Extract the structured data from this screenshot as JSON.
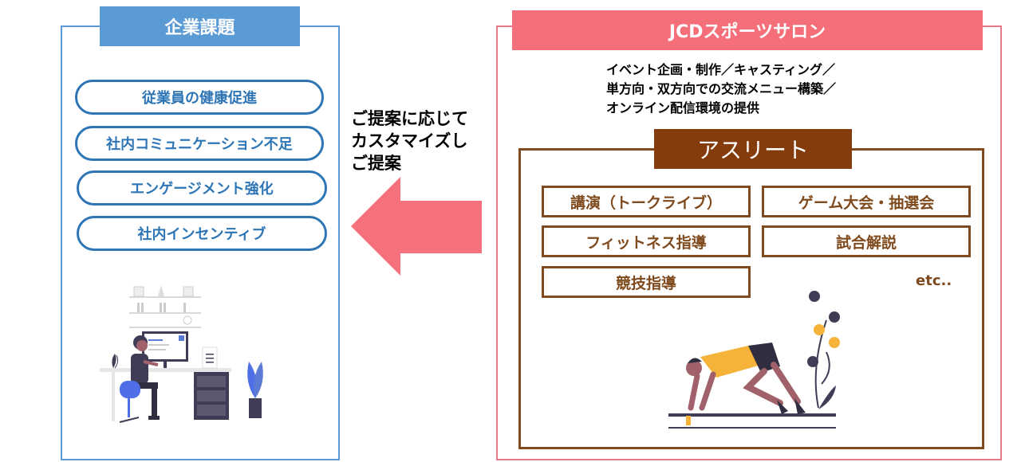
{
  "left": {
    "title": "企業課題",
    "issues": [
      "従業員の健康促進",
      "社内コミュニケーション不足",
      "エンゲージメント強化",
      "社内インセンティブ"
    ]
  },
  "middle": {
    "lines": [
      "ご提案に応じて",
      "カスタマイズし",
      "ご提案"
    ]
  },
  "right": {
    "title": "JCDスポーツサロン",
    "services": [
      "イベント企画・制作／キャスティング／",
      "単方向・双方向での交流メニュー構築／",
      "オンライン配信環境の提供"
    ],
    "athlete": {
      "title": "アスリート",
      "activities": [
        "講演（トークライブ）",
        "ゲーム大会・抽選会",
        "フィットネス指導",
        "試合解説",
        "競技指導"
      ],
      "etc": "etc.."
    }
  },
  "colors": {
    "left_accent": "#5b9bd5",
    "pill_border": "#2e75b6",
    "right_accent": "#f46f7a",
    "arrow": "#f4717d",
    "athlete_brown": "#843c0c"
  },
  "icons": {
    "left_illustration": "person-working-at-desk-illustration",
    "right_illustration": "athlete-sprinter-start-illustration",
    "arrow": "left-arrow"
  }
}
